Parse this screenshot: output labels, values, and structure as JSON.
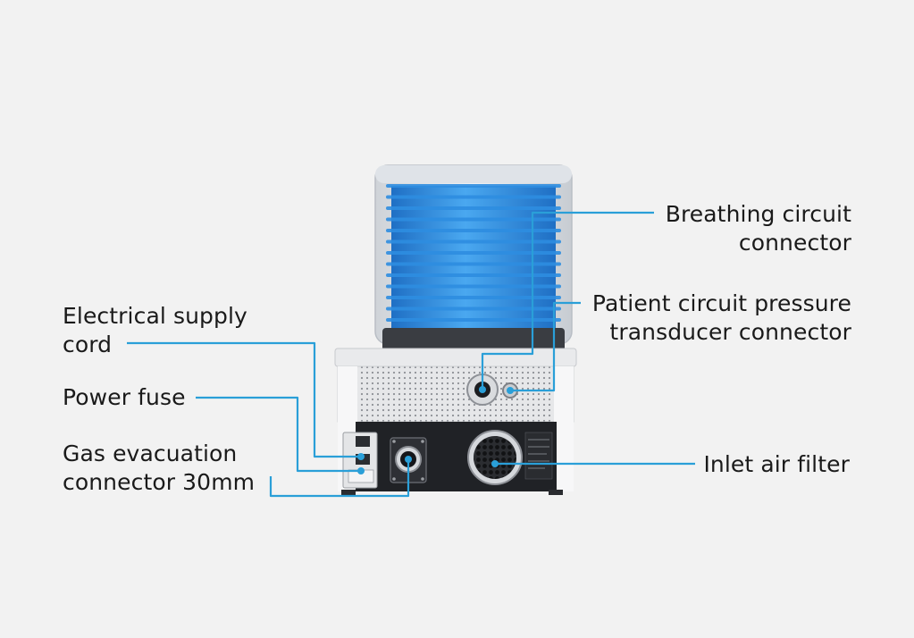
{
  "labels": {
    "breathing": {
      "line1": "Breathing circuit",
      "line2": "connector"
    },
    "patient": {
      "line1": "Patient circuit pressure",
      "line2": "transducer connector"
    },
    "electrical": {
      "line1": "Electrical supply",
      "line2": "cord"
    },
    "fuse": {
      "line1": "Power fuse"
    },
    "gas": {
      "line1": "Gas evacuation",
      "line2": "connector 30mm"
    },
    "inlet": {
      "line1": "Inlet air filter"
    }
  },
  "colors": {
    "background": "#f2f2f2",
    "leader_line": "#2a9fd8",
    "bellows": "#2d8de0",
    "bellows_dark": "#1f6fc4",
    "text": "#1a1a1a"
  }
}
